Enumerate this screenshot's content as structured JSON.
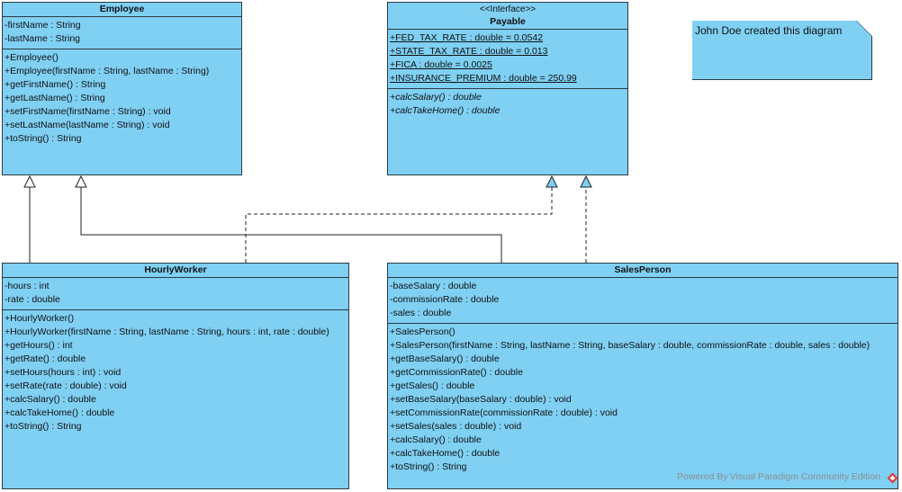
{
  "employee": {
    "name": "Employee",
    "attributes": [
      "-firstName : String",
      "-lastName : String"
    ],
    "operations": [
      "+Employee()",
      "+Employee(firstName : String, lastName : String)",
      "+getFirstName() : String",
      "+getLastName() : String",
      "+setFirstName(firstName : String) : void",
      "+setLastName(lastName : String) : void",
      "+toString() : String"
    ]
  },
  "payable": {
    "stereotype": "<<Interface>>",
    "name": "Payable",
    "attributes": [
      "+FED_TAX_RATE : double = 0.0542",
      "+STATE_TAX_RATE : double = 0.013",
      "+FICA : double = 0.0025",
      "+INSURANCE_PREMIUM : double = 250.99"
    ],
    "operations": [
      "+calcSalary() : double",
      "+calcTakeHome() : double"
    ]
  },
  "note": {
    "text": "John Doe created this diagram"
  },
  "hourly_worker": {
    "name": "HourlyWorker",
    "attributes": [
      "-hours : int",
      "-rate : double"
    ],
    "operations": [
      "+HourlyWorker()",
      "+HourlyWorker(firstName : String, lastName : String, hours : int, rate : double)",
      "+getHours() : int",
      "+getRate() : double",
      "+setHours(hours : int) : void",
      "+setRate(rate : double) : void",
      "+calcSalary() : double",
      "+calcTakeHome() : double",
      "+toString() : String"
    ]
  },
  "sales_person": {
    "name": "SalesPerson",
    "attributes": [
      "-baseSalary : double",
      "-commissionRate : double",
      "-sales : double"
    ],
    "operations": [
      "+SalesPerson()",
      "+SalesPerson(firstName : String, lastName : String, baseSalary : double, commissionRate : double, sales : double)",
      "+getBaseSalary() : double",
      "+getCommissionRate() : double",
      "+getSales() : double",
      "+setBaseSalary(baseSalary : double) : void",
      "+setCommissionRate(commissionRate : double) : void",
      "+setSales(sales : double) : void",
      "+calcSalary() : double",
      "+calcTakeHome() : double",
      "+toString() : String"
    ]
  },
  "watermark": {
    "text": "Powered By Visual Paradigm Community Edition"
  },
  "colors": {
    "class_fill": "#7fd0f3",
    "border": "#2b3a44",
    "watermark": "#8a8f92"
  },
  "icons": {
    "watermark_logo": "visual-paradigm-logo-icon"
  }
}
